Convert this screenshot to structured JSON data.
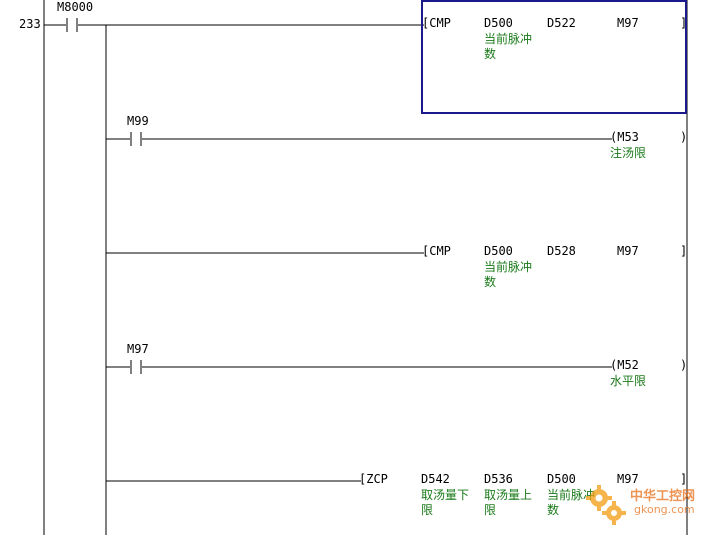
{
  "step_number": "233",
  "rungs": [
    {
      "contact": "M8000",
      "instr": "[CMP",
      "op1": "D500",
      "op1_comment_l1": "当前脉冲",
      "op1_comment_l2": "数",
      "op2": "D522",
      "dest": "M97",
      "close": "]"
    },
    {
      "contact": "M99",
      "coil": "(M53",
      "coil_comment": "注汤限",
      "close": ")"
    },
    {
      "instr": "[CMP",
      "op1": "D500",
      "op1_comment_l1": "当前脉冲",
      "op1_comment_l2": "数",
      "op2": "D528",
      "dest": "M97",
      "close": "]"
    },
    {
      "contact": "M97",
      "coil": "(M52",
      "coil_comment": "水平限",
      "close": ")"
    },
    {
      "instr": "[ZCP",
      "op1": "D542",
      "op1_comment_l1": "取汤量下",
      "op1_comment_l2": "限",
      "op2": "D536",
      "op2_comment_l1": "取汤量上",
      "op2_comment_l2": "限",
      "op3": "D500",
      "op3_comment_l1": "当前脉冲",
      "op3_comment_l2": "数",
      "dest": "M97",
      "close": "]"
    }
  ],
  "watermark": {
    "title": "中华工控网",
    "url": "gkong.com"
  },
  "colors": {
    "line": "#000000",
    "comment": "#1a7a1a",
    "selection": "#1a1a8c",
    "watermark": "#f39c12"
  }
}
